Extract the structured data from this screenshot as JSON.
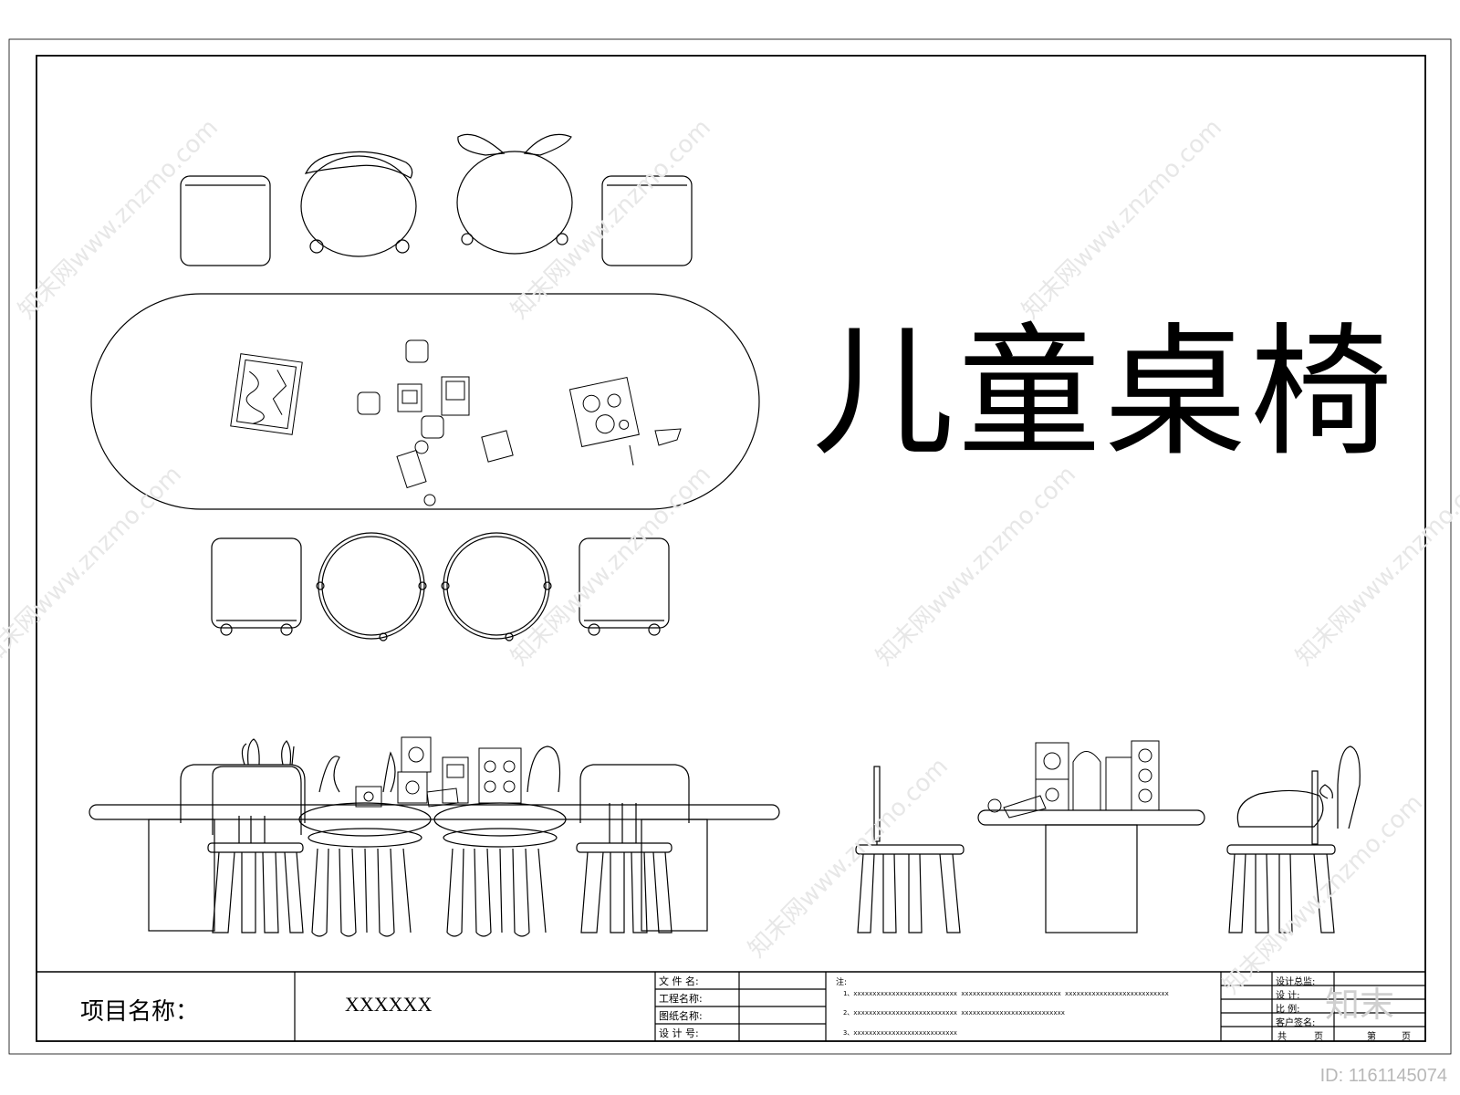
{
  "drawing_title": "儿童桌椅",
  "project": {
    "label": "项目名称：",
    "value": "XXXXXX"
  },
  "title_block": {
    "file_name_label": "文 件 名:",
    "project_name_label": "工程名称:",
    "drawing_name_label": "图纸名称:",
    "design_no_label": "设 计 号:",
    "notes_label": "注:",
    "notes": [
      "1、xxxxxxxxxxxxxxxxxxxxxxxxxxx   xxxxxxxxxxxxxxxxxxxxxxxxxx   xxxxxxxxxxxxxxxxxxxxxxxxxxx",
      "2、xxxxxxxxxxxxxxxxxxxxxxxxxxx   xxxxxxxxxxxxxxxxxxxxxxxxxxx",
      "3、xxxxxxxxxxxxxxxxxxxxxxxxxxx"
    ],
    "sign_rows": [
      "设计总监:",
      "设    计:",
      "比    例:",
      "客户签名:"
    ],
    "total_label": "共",
    "page_label": "页",
    "current_label": "第",
    "current_page_label": "页"
  },
  "watermark": {
    "text": "知末网www.znzmo.com",
    "logo": "知末"
  },
  "image_id": "ID: 1161145074",
  "colors": {
    "line": "#000000",
    "background": "#ffffff",
    "watermark": "#e5e5e5"
  }
}
